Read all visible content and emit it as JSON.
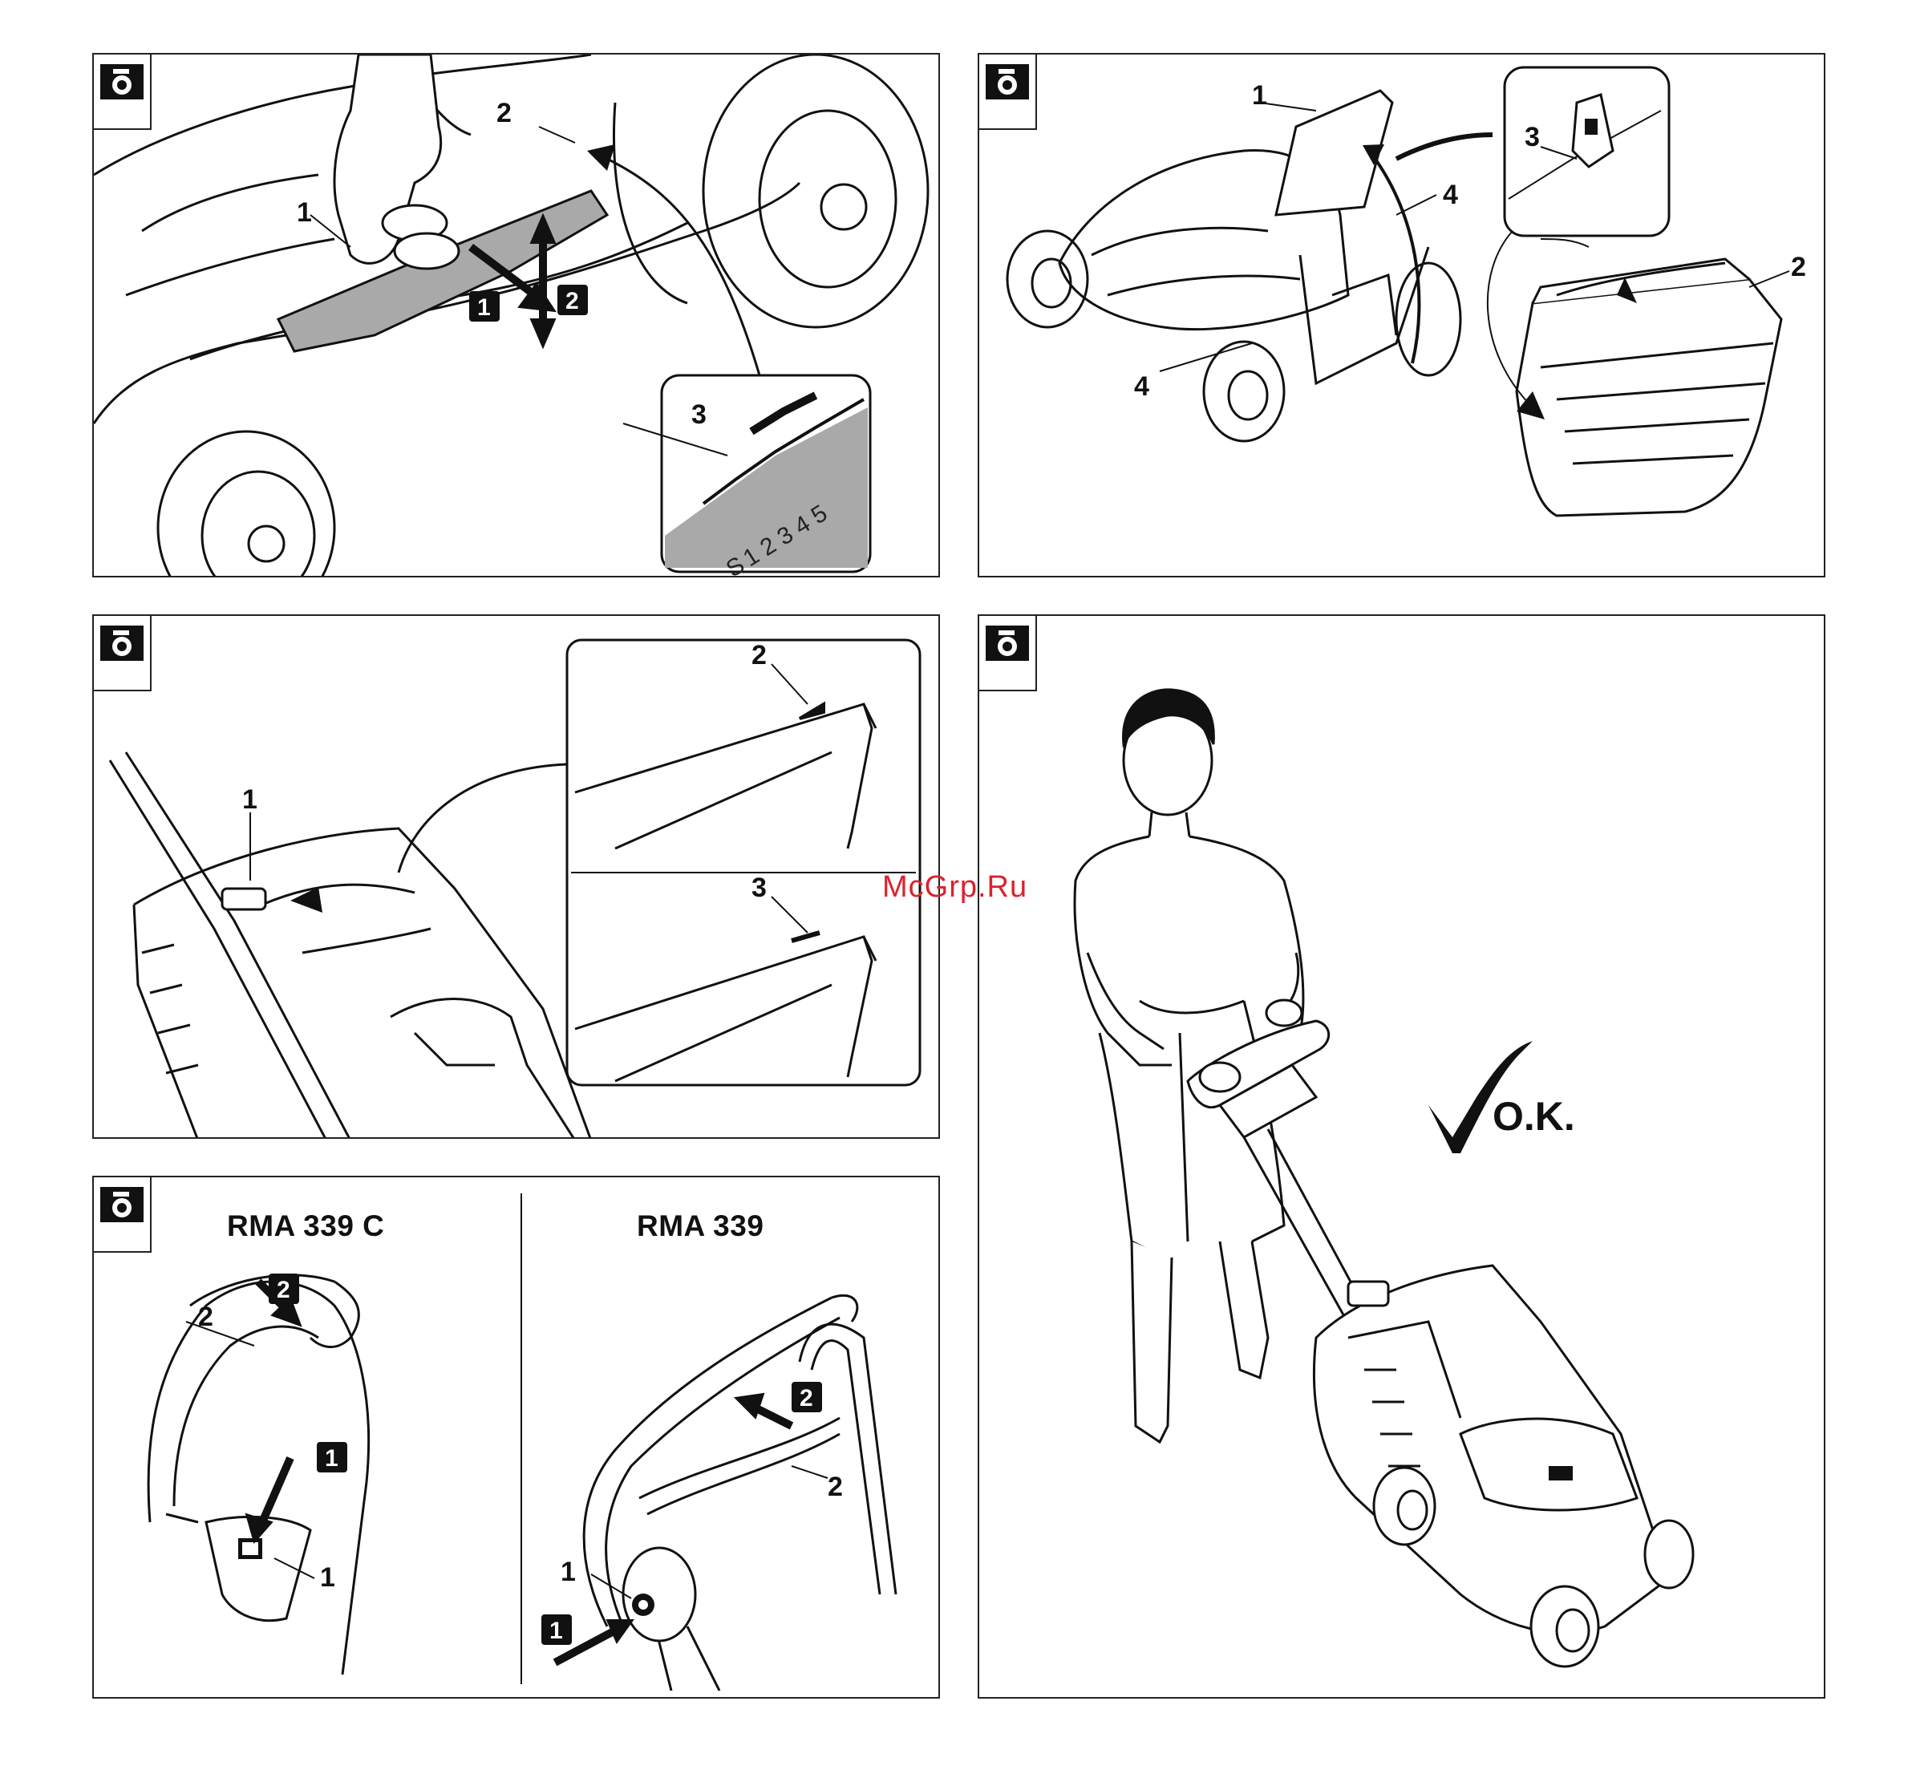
{
  "watermark": "McGrp.Ru",
  "panels": {
    "height_adjust": {
      "labels": [
        "1",
        "2",
        "3"
      ],
      "steps": [
        "1",
        "2"
      ],
      "scale": [
        "S",
        "1",
        "2",
        "3",
        "4",
        "5"
      ]
    },
    "grass_bag": {
      "labels": [
        "1",
        "2",
        "3",
        "4",
        "4"
      ]
    },
    "fill_indicator": {
      "labels": [
        "1",
        "2",
        "3"
      ]
    },
    "switch_start": {
      "model_left": "RMA 339 C",
      "model_right": "RMA 339",
      "labels_left": [
        "2",
        "1"
      ],
      "labels_right": [
        "1",
        "2"
      ],
      "steps": [
        "1",
        "2"
      ]
    },
    "operator": {
      "ok_text": "O.K."
    }
  },
  "icons": {
    "camera": "camera-icon",
    "check": "checkmark-icon"
  }
}
